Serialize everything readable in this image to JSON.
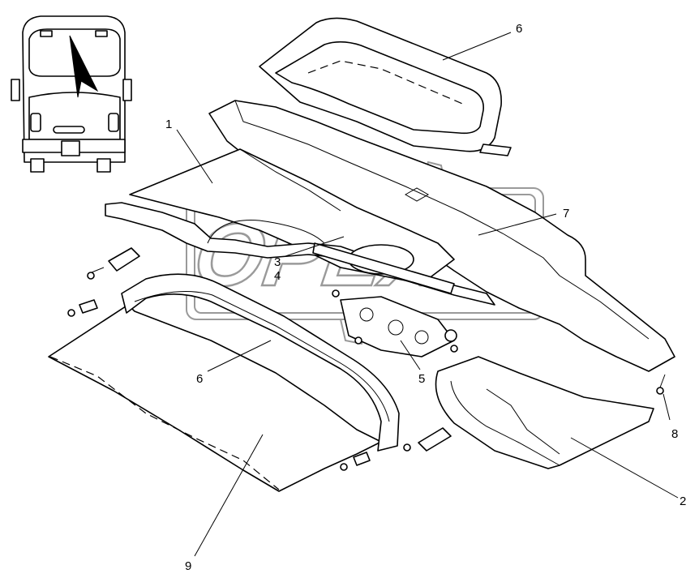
{
  "callouts": [
    {
      "id": "c1",
      "label": "1"
    },
    {
      "id": "c2",
      "label": "2"
    },
    {
      "id": "c3",
      "label": "3"
    },
    {
      "id": "c4",
      "label": "4"
    },
    {
      "id": "c5",
      "label": "5"
    },
    {
      "id": "c6a",
      "label": "6"
    },
    {
      "id": "c6b",
      "label": "6"
    },
    {
      "id": "c7",
      "label": "7"
    },
    {
      "id": "c8",
      "label": "8"
    },
    {
      "id": "c9",
      "label": "9"
    }
  ],
  "watermark": {
    "text": "OPEX"
  },
  "colors": {
    "line": "#000000",
    "watermark": "#9a9a9a",
    "background": "#ffffff"
  }
}
